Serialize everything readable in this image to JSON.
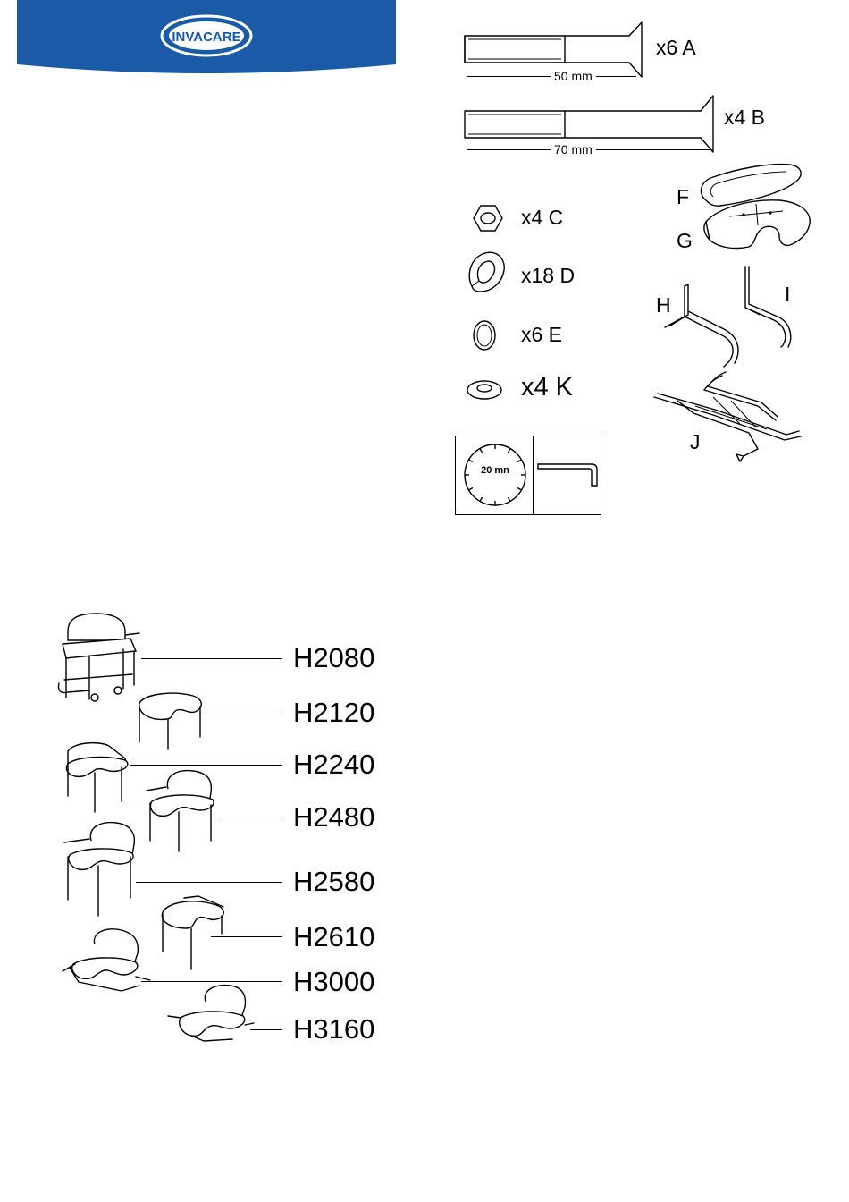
{
  "header": {
    "brand": "INVACARE",
    "colors": {
      "banner": "#1a5aa6",
      "ink": "#000000"
    }
  },
  "parts": {
    "screw_a": {
      "qty_label": "x6 A",
      "length_label": "50 mm"
    },
    "screw_b": {
      "qty_label": "x4 B",
      "length_label": "70 mm"
    },
    "nut_c": {
      "qty_label": "x4 C"
    },
    "spacer_d": {
      "qty_label": "x18 D"
    },
    "ring_e": {
      "qty_label": "x6 E"
    },
    "washer_k": {
      "qty_label": "x4 K"
    },
    "part_f": {
      "label": "F"
    },
    "part_g": {
      "label": "G"
    },
    "part_h": {
      "label": "H"
    },
    "part_i": {
      "label": "I"
    },
    "part_j": {
      "label": "J"
    }
  },
  "tools": {
    "time_label": "20 mn",
    "icons": [
      "clock-icon",
      "allen-key-icon"
    ]
  },
  "models": [
    "H2080",
    "H2120",
    "H2240",
    "H2480",
    "H2580",
    "H2610",
    "H3000",
    "H3160"
  ]
}
